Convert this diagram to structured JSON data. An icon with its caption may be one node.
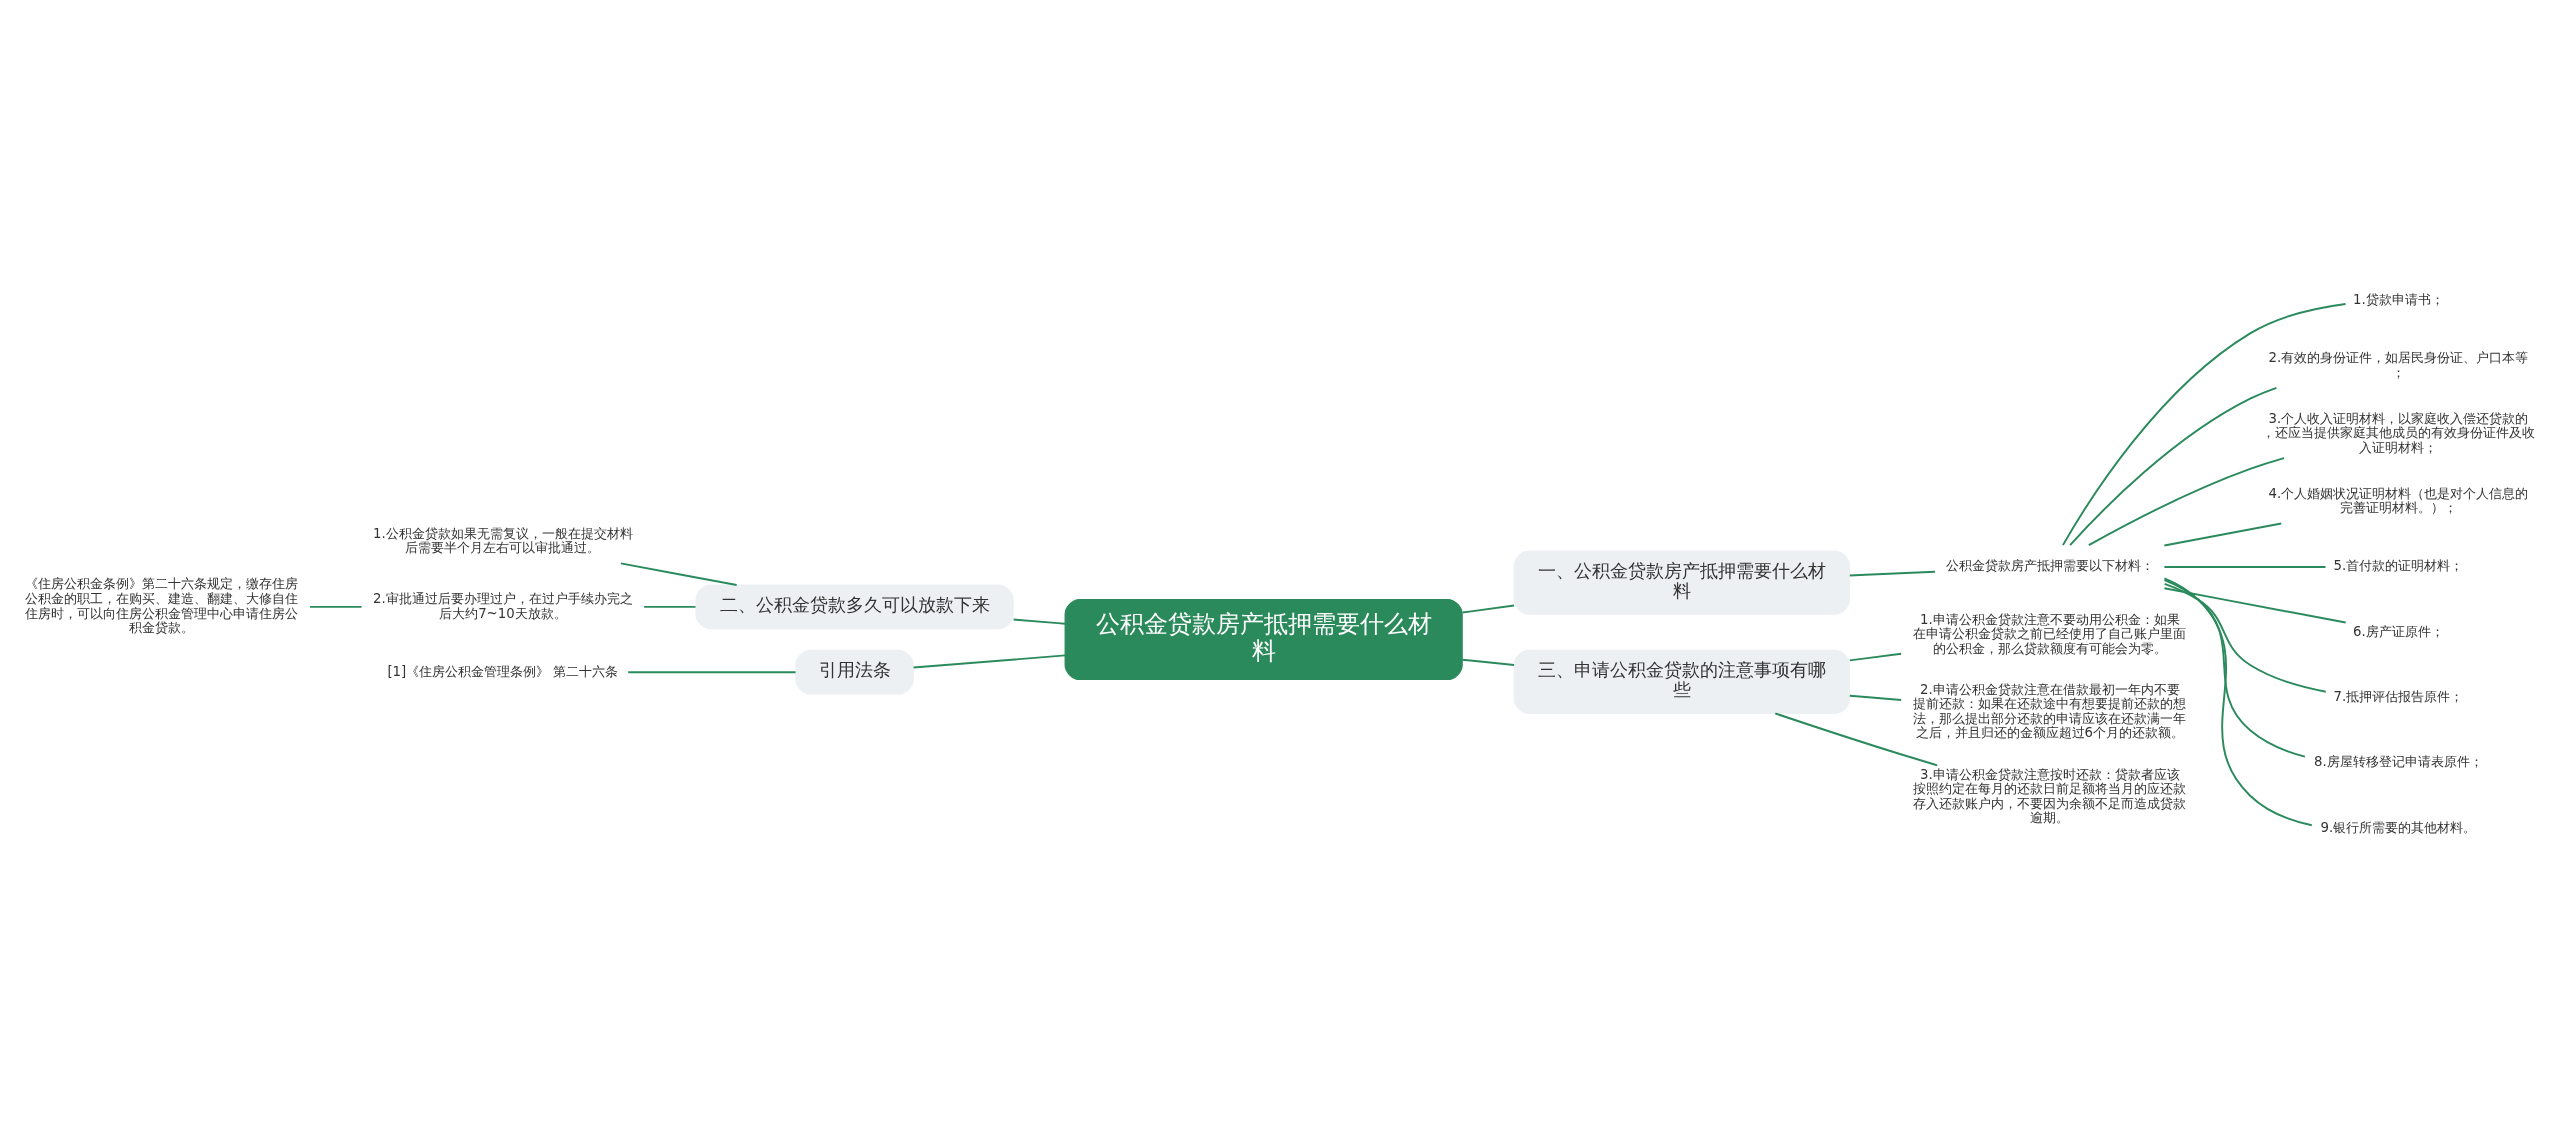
{
  "diagram": {
    "nodes": [
      {
        "text": [
          "公积金贷款房产抵押需要什么材料"
        ]
      },
      {
        "text": [
          "一、公积金贷款房产抵押需要什么材料"
        ]
      },
      {
        "text": [
          "公积金贷款房产抵押需要以下材料："
        ]
      },
      {
        "text": [
          "1.贷款申请书；"
        ]
      },
      {
        "text": [
          "2.有效的身份证件，如居民身份证、户口本等；"
        ]
      },
      {
        "text": [
          "3.个人收入证明材料，以家庭收入偿还贷款的，还应当提供家庭其他成员的有效身份证件及收入证明材料；"
        ]
      },
      {
        "text": [
          "4.个人婚姻状况证明材料（也是对个人信息的完善证明材料。）；"
        ]
      },
      {
        "text": [
          "5.首付款的证明材料；"
        ]
      },
      {
        "text": [
          "6.房产证原件；"
        ]
      },
      {
        "text": [
          "7.抵押评估报告原件；"
        ]
      },
      {
        "text": [
          "8.房屋转移登记申请表原件；"
        ]
      },
      {
        "text": [
          "9.银行所需要的其他材料。"
        ]
      },
      {
        "text": [
          "三、申请公积金贷款的注意事项有哪些"
        ]
      },
      {
        "text": [
          "1.申请公积金贷款注意不要动用公积金：如果在申请公积金贷款之前已经使用了自己账户里面的公积金，那么贷款额度有可能会为零。"
        ]
      },
      {
        "text": [
          "2.申请公积金贷款注意在借款最初一年内不要提前还款：如果在还款途中有想要提前还款的想法，那么提出部分还款的申请应该在还款满一年之后，并且归还的金额应超过6个月的还款额。"
        ]
      },
      {
        "text": [
          "3.申请公积金贷款注意按时还款：贷款者应该按照约定在每月的还款日前足额将当月的应还款存入还款账户内，不要因为余额不足而造成贷款逾期。"
        ]
      },
      {
        "text": [
          "二、公积金贷款多久可以放款下来"
        ]
      },
      {
        "text": [
          "1.公积金贷款如果无需复议，一般在提交材料后需要半个月左右可以审批通过。"
        ]
      },
      {
        "text": [
          "2.审批通过后要办理过户，在过户手续办完之后大约7~10天放款。"
        ]
      },
      {
        "text": [
          "《住房公积金条例》第二十六条规定，缴存住房公积金的职工，在购买、建造、翻建、大修自住住房时，可以向住房公积金管理中心申请住房公积金贷款。"
        ]
      },
      {
        "text": [
          "引用法条"
        ]
      },
      {
        "text": [
          "[1]《住房公积金管理条例》 第二十六条"
        ]
      }
    ],
    "edges": [
      {
        "from": 0,
        "to": 1,
        "arrow": "none"
      },
      {
        "from": 1,
        "to": 2,
        "arrow": "none"
      },
      {
        "from": 2,
        "to": 3,
        "arrow": "none"
      },
      {
        "from": 2,
        "to": 4,
        "arrow": "none"
      },
      {
        "from": 2,
        "to": 5,
        "arrow": "none"
      },
      {
        "from": 2,
        "to": 6,
        "arrow": "none"
      },
      {
        "from": 2,
        "to": 7,
        "arrow": "none"
      },
      {
        "from": 2,
        "to": 8,
        "arrow": "none"
      },
      {
        "from": 2,
        "to": 9,
        "arrow": "none"
      },
      {
        "from": 2,
        "to": 10,
        "arrow": "none"
      },
      {
        "from": 2,
        "to": 11,
        "arrow": "none"
      },
      {
        "from": 0,
        "to": 12,
        "arrow": "none"
      },
      {
        "from": 12,
        "to": 13,
        "arrow": "none"
      },
      {
        "from": 12,
        "to": 14,
        "arrow": "none"
      },
      {
        "from": 12,
        "to": 15,
        "arrow": "none"
      },
      {
        "from": 0,
        "to": 16,
        "arrow": "none"
      },
      {
        "from": 16,
        "to": 17,
        "arrow": "none"
      },
      {
        "from": 16,
        "to": 18,
        "arrow": "none"
      },
      {
        "from": 18,
        "to": 19,
        "arrow": "none"
      },
      {
        "from": 0,
        "to": 20,
        "arrow": "none"
      },
      {
        "from": 20,
        "to": 21,
        "arrow": "none"
      }
    ]
  }
}
